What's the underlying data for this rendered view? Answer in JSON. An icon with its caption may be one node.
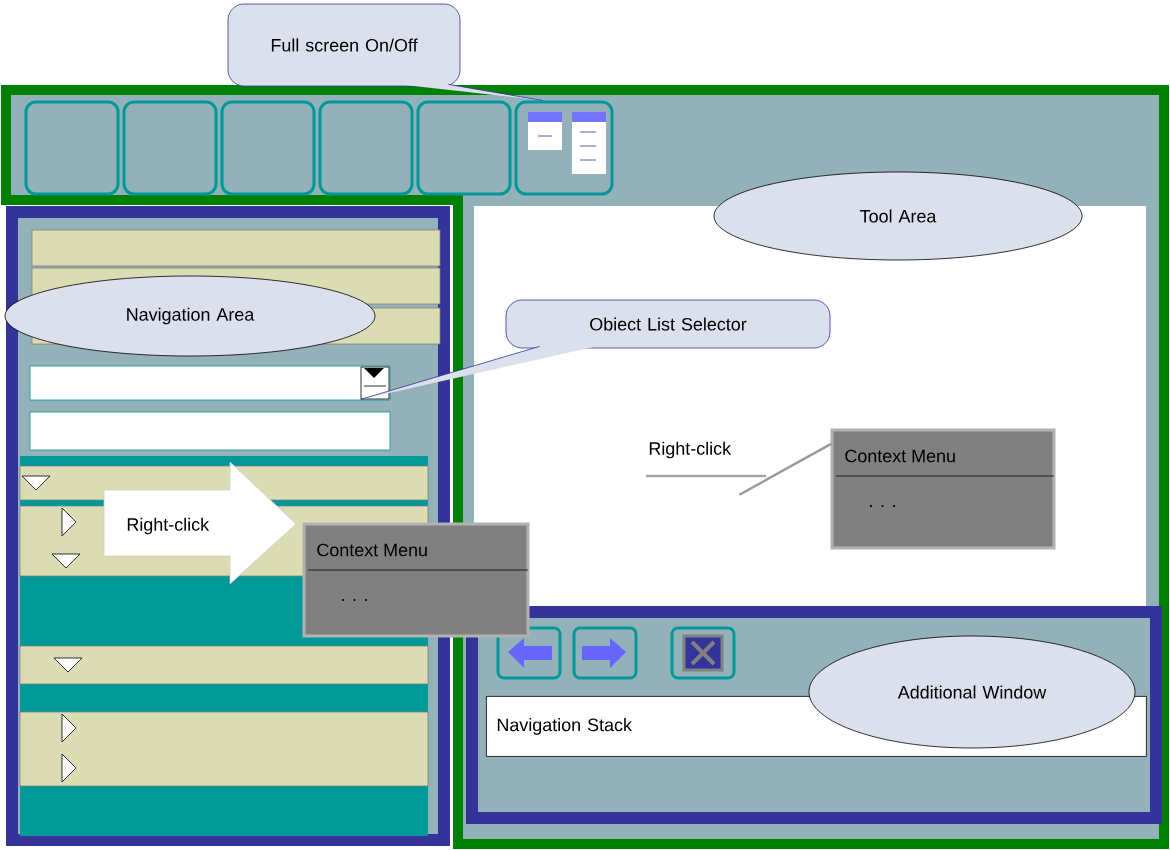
{
  "diagram": {
    "nodes": [
      {
        "text": [
          "Full screen On/Off"
        ]
      },
      {
        "text": [],
        "shape": "box"
      },
      {
        "text": [],
        "shape": "box"
      },
      {
        "text": [],
        "shape": "box"
      },
      {
        "text": [],
        "shape": "box"
      },
      {
        "text": [],
        "shape": "box"
      },
      {
        "text": [],
        "shape": "box"
      },
      {
        "text": [
          "Tool Area"
        ]
      },
      {
        "text": [
          "Navigation Area"
        ]
      },
      {
        "text": [
          "Obiect List Selector"
        ]
      },
      {
        "text": [],
        "shape": "box"
      },
      {
        "text": [
          "Right-click"
        ]
      },
      {
        "text": [
          "Context Menu",
          ". . ."
        ]
      },
      {
        "text": [
          "Right-click"
        ]
      },
      {
        "text": [
          "Context Menu",
          ". . ."
        ]
      },
      {
        "text": [
          "Navigation Stack"
        ]
      },
      {
        "text": [
          "Additional Window"
        ]
      }
    ],
    "edges": [
      {
        "from": 0,
        "to": 6,
        "arrow": "none"
      },
      {
        "from": 9,
        "to": 10,
        "arrow": "none"
      },
      {
        "from": 13,
        "to": 14,
        "arrow": "none",
        "color": "#999999"
      }
    ]
  }
}
